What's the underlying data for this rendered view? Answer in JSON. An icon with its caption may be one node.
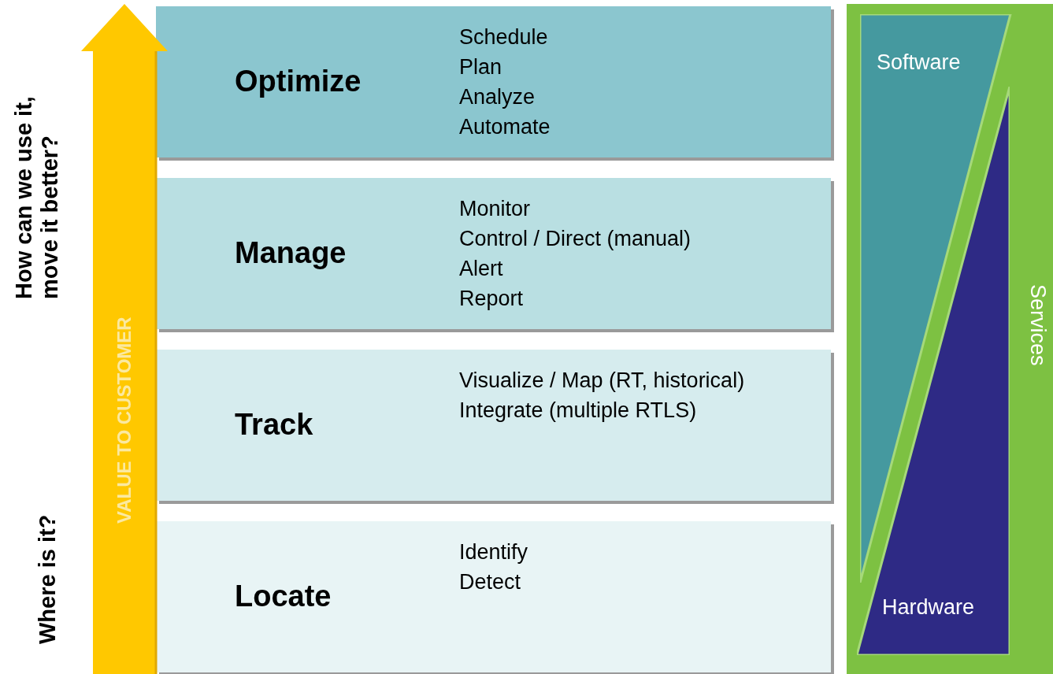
{
  "diagram": {
    "nodes": [
      {
        "text": [
          "Optimize",
          "Schedule",
          "Plan",
          "Analyze",
          "Automate"
        ]
      },
      {
        "text": [
          "Manage",
          "Monitor",
          "Control / Direct (manual)",
          "Alert",
          "Report"
        ]
      },
      {
        "text": [
          "Track",
          "Visualize / Map (RT, historical)",
          "Integrate (multiple RTLS)"
        ]
      },
      {
        "text": [
          "Locate",
          "Identify",
          "Detect"
        ]
      },
      {
        "text": [
          "VALUE TO CUSTOMER"
        ]
      },
      {
        "text": [
          "Services"
        ]
      },
      {
        "text": [
          "Software"
        ],
        "in": 5
      },
      {
        "text": [
          "Hardware"
        ],
        "in": 5
      }
    ],
    "edges": [],
    "labels": [
      "How can we use it, move it better?",
      "Where is it?"
    ]
  }
}
